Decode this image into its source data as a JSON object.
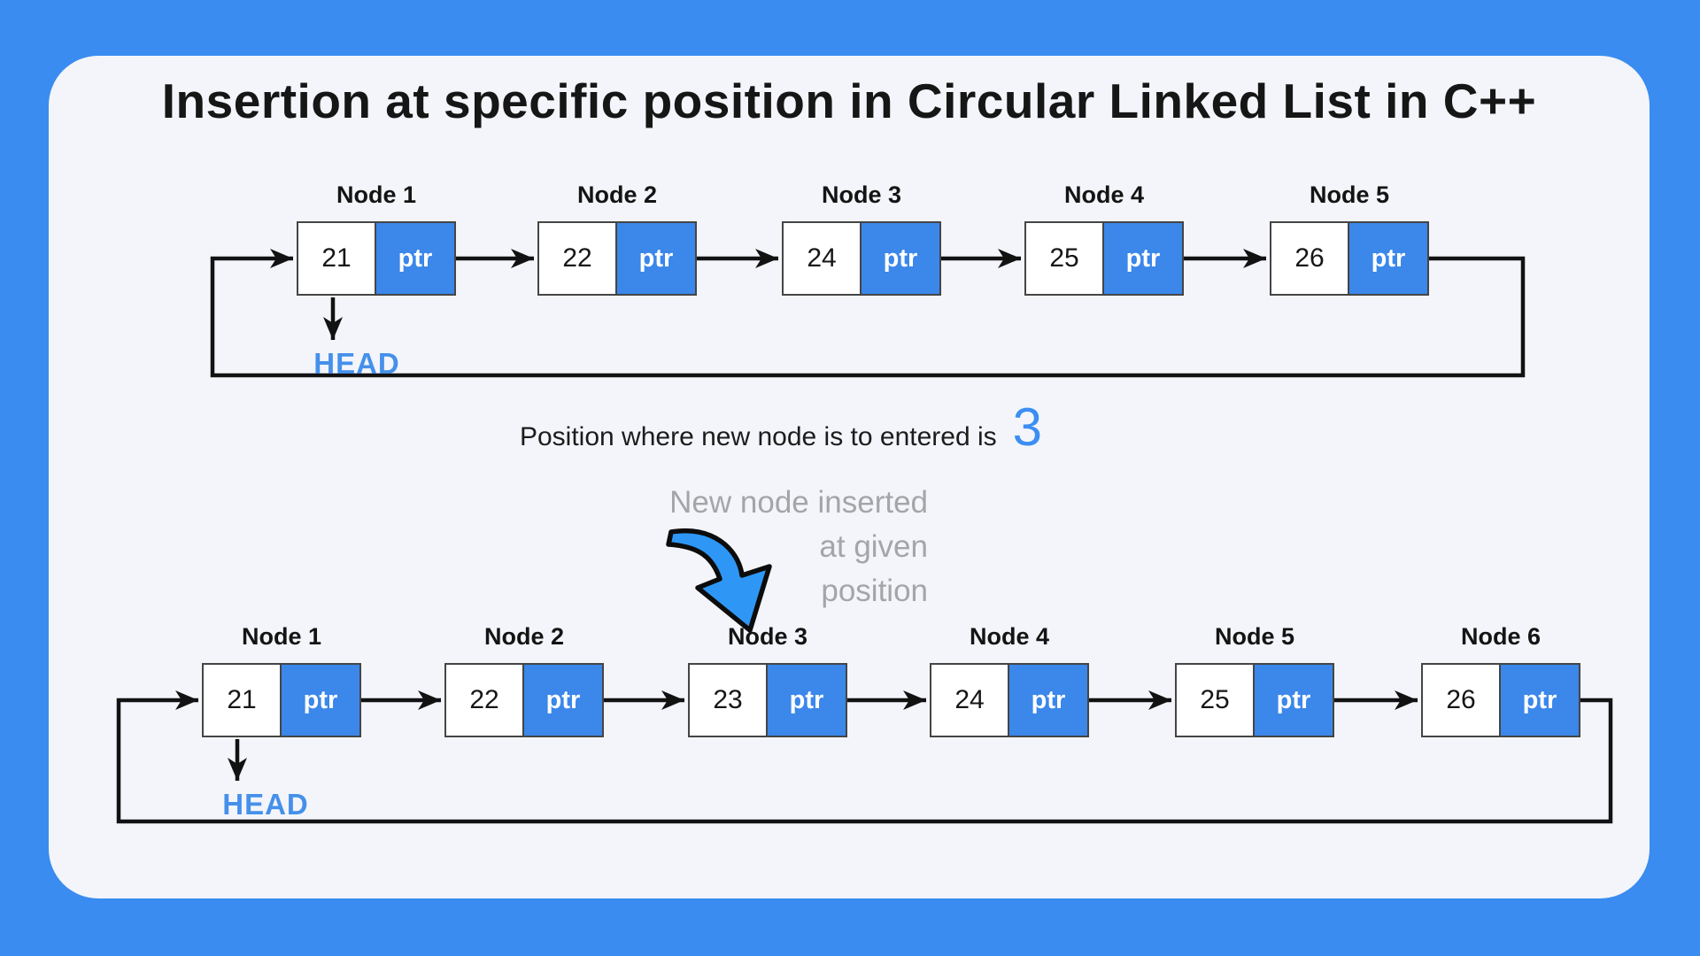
{
  "title": "Insertion at specific position in Circular Linked List in C++",
  "colors": {
    "background_blue": "#3a8cf0",
    "card_background": "#f3f5fa",
    "pointer_cell_blue": "#3b87ea",
    "head_text_blue": "#4590ea",
    "position_number_blue": "#3d8ef2",
    "annotation_gray": "#a5a5a8",
    "line_black": "#121212"
  },
  "before": {
    "head_label": "HEAD",
    "nodes": [
      {
        "label": "Node 1",
        "value": "21",
        "pointer": "ptr"
      },
      {
        "label": "Node 2",
        "value": "22",
        "pointer": "ptr"
      },
      {
        "label": "Node 3",
        "value": "24",
        "pointer": "ptr"
      },
      {
        "label": "Node 4",
        "value": "25",
        "pointer": "ptr"
      },
      {
        "label": "Node 5",
        "value": "26",
        "pointer": "ptr"
      }
    ]
  },
  "insertion_note": {
    "text": "Position where new node is to entered is",
    "position_value": "3"
  },
  "annotation": {
    "line1": "New node inserted",
    "line2": "at given",
    "line3": "position"
  },
  "after": {
    "head_label": "HEAD",
    "nodes": [
      {
        "label": "Node 1",
        "value": "21",
        "pointer": "ptr"
      },
      {
        "label": "Node 2",
        "value": "22",
        "pointer": "ptr"
      },
      {
        "label": "Node 3",
        "value": "23",
        "pointer": "ptr"
      },
      {
        "label": "Node 4",
        "value": "24",
        "pointer": "ptr"
      },
      {
        "label": "Node 5",
        "value": "25",
        "pointer": "ptr"
      },
      {
        "label": "Node 6",
        "value": "26",
        "pointer": "ptr"
      }
    ]
  }
}
